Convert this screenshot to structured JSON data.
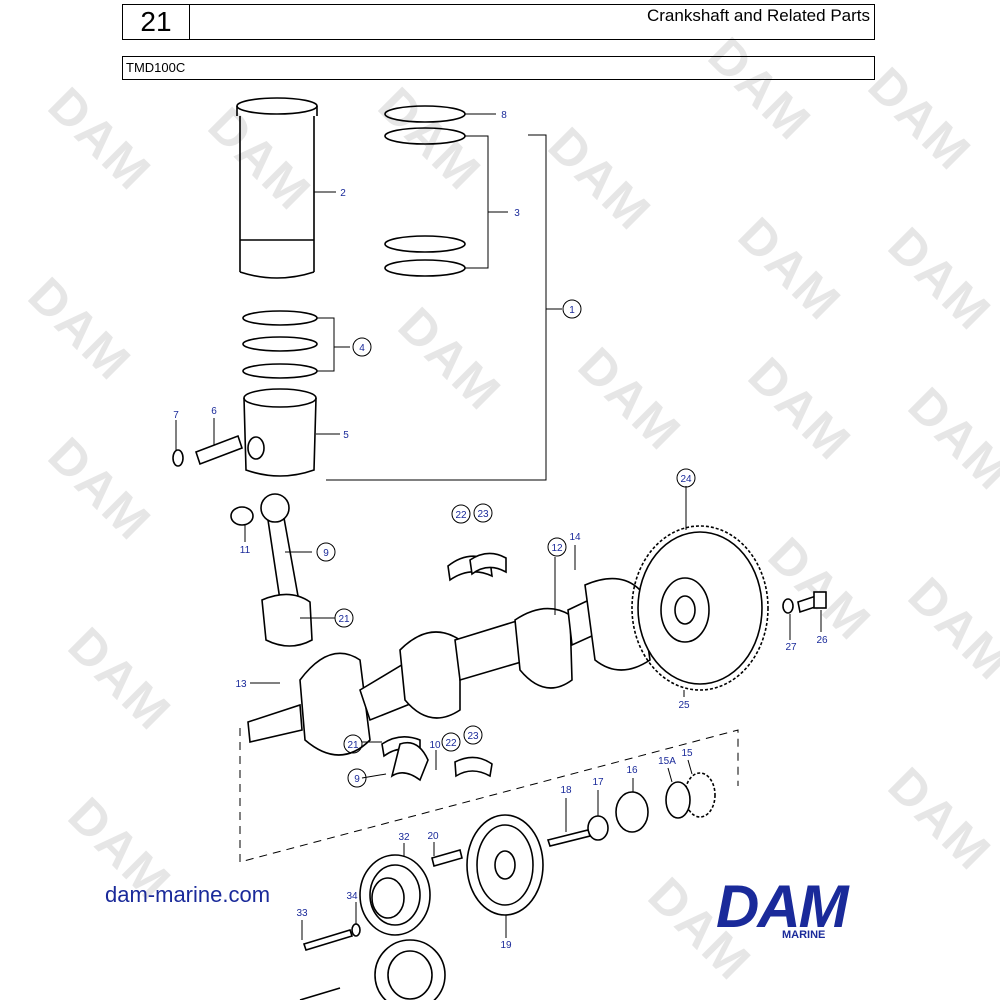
{
  "header": {
    "number": "21",
    "title": "Crankshaft and Related Parts"
  },
  "model": "TMD100C",
  "watermark": "DAM",
  "footer": {
    "website": "dam-marine.com",
    "logo": "DAM",
    "logo_sub": "MARINE"
  },
  "colors": {
    "label": "#1a2a9a",
    "brand": "#1a2a9a",
    "watermark": "#e6e6e6"
  },
  "labels": {
    "l1": "1",
    "l2": "2",
    "l3": "3",
    "l4": "4",
    "l5": "5",
    "l6": "6",
    "l7": "7",
    "l8": "8",
    "l9a": "9",
    "l9b": "9",
    "l10": "10",
    "l11": "11",
    "l12": "12",
    "l13": "13",
    "l14": "14",
    "l15": "15",
    "l15a": "15A",
    "l16": "16",
    "l17": "17",
    "l18": "18",
    "l19": "19",
    "l20": "20",
    "l21a": "21",
    "l21b": "21",
    "l22a": "22",
    "l22b": "22",
    "l23a": "23",
    "l23b": "23",
    "l24": "24",
    "l25": "25",
    "l26": "26",
    "l27": "27",
    "l32": "32",
    "l33": "33",
    "l34": "34"
  }
}
